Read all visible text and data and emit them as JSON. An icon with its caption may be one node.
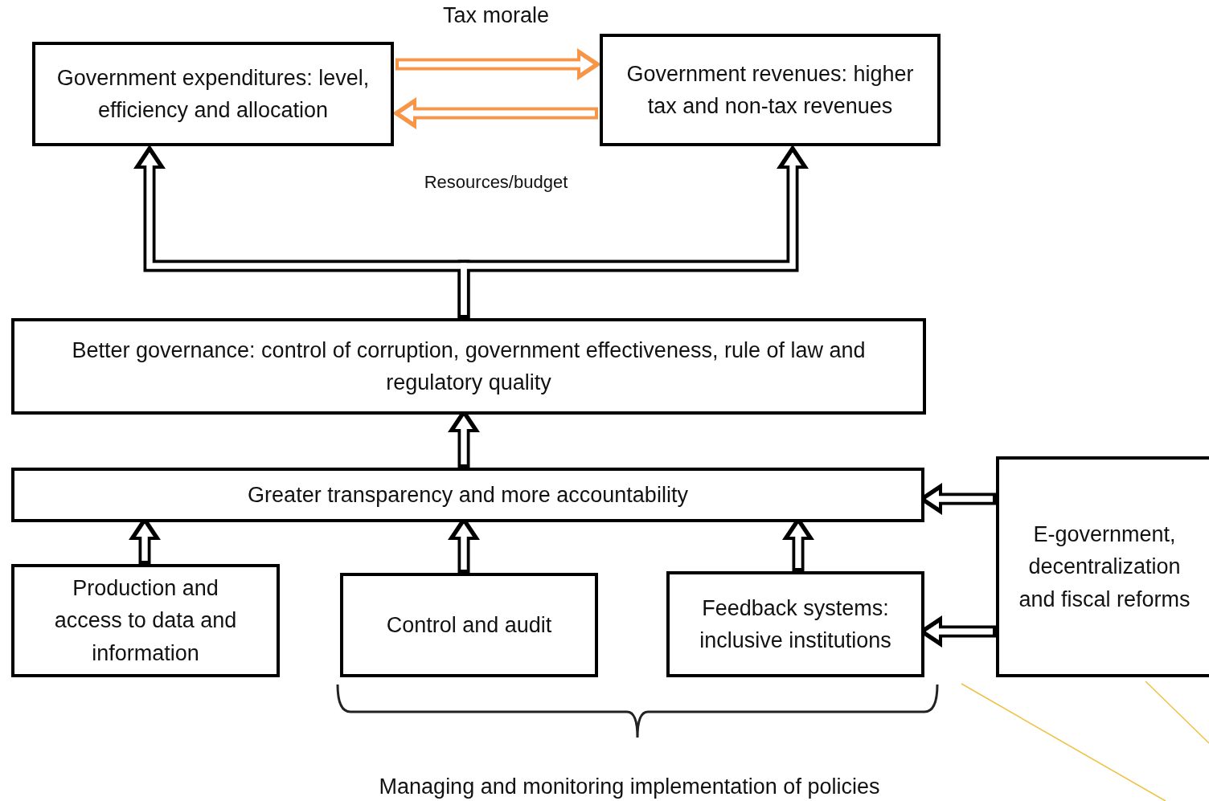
{
  "diagram": {
    "nodes": [
      {
        "text": [
          "Government expenditures: level, efficiency and allocation"
        ]
      },
      {
        "text": [
          "Government revenues: higher tax and non-tax revenues"
        ]
      },
      {
        "text": [
          "Better governance: control of corruption, government effectiveness, rule of law and regulatory quality"
        ]
      },
      {
        "text": [
          "Greater transparency and more accountability"
        ]
      },
      {
        "text": [
          "Production and access to data and information"
        ]
      },
      {
        "text": [
          "Control and audit"
        ]
      },
      {
        "text": [
          "Feedback systems: inclusive institutions"
        ]
      },
      {
        "text": [
          "E-government, decentralization and fiscal reforms"
        ]
      }
    ],
    "edges": [
      {
        "from": 0,
        "to": 1,
        "arrow": "to",
        "label": "Tax morale",
        "color": "#f79646"
      },
      {
        "from": 1,
        "to": 0,
        "arrow": "to",
        "color": "#f79646"
      },
      {
        "from": 2,
        "to": 0,
        "arrow": "to"
      },
      {
        "from": 2,
        "to": 1,
        "arrow": "to"
      },
      {
        "from": 3,
        "to": 2,
        "arrow": "to"
      },
      {
        "from": 4,
        "to": 3,
        "arrow": "to"
      },
      {
        "from": 5,
        "to": 3,
        "arrow": "to"
      },
      {
        "from": 6,
        "to": 3,
        "arrow": "to"
      },
      {
        "from": 7,
        "to": 3,
        "arrow": "to"
      },
      {
        "from": 7,
        "to": 6,
        "arrow": "to"
      }
    ],
    "labels": [
      "Resources/budget",
      "Managing and monitoring implementation of policies"
    ]
  }
}
